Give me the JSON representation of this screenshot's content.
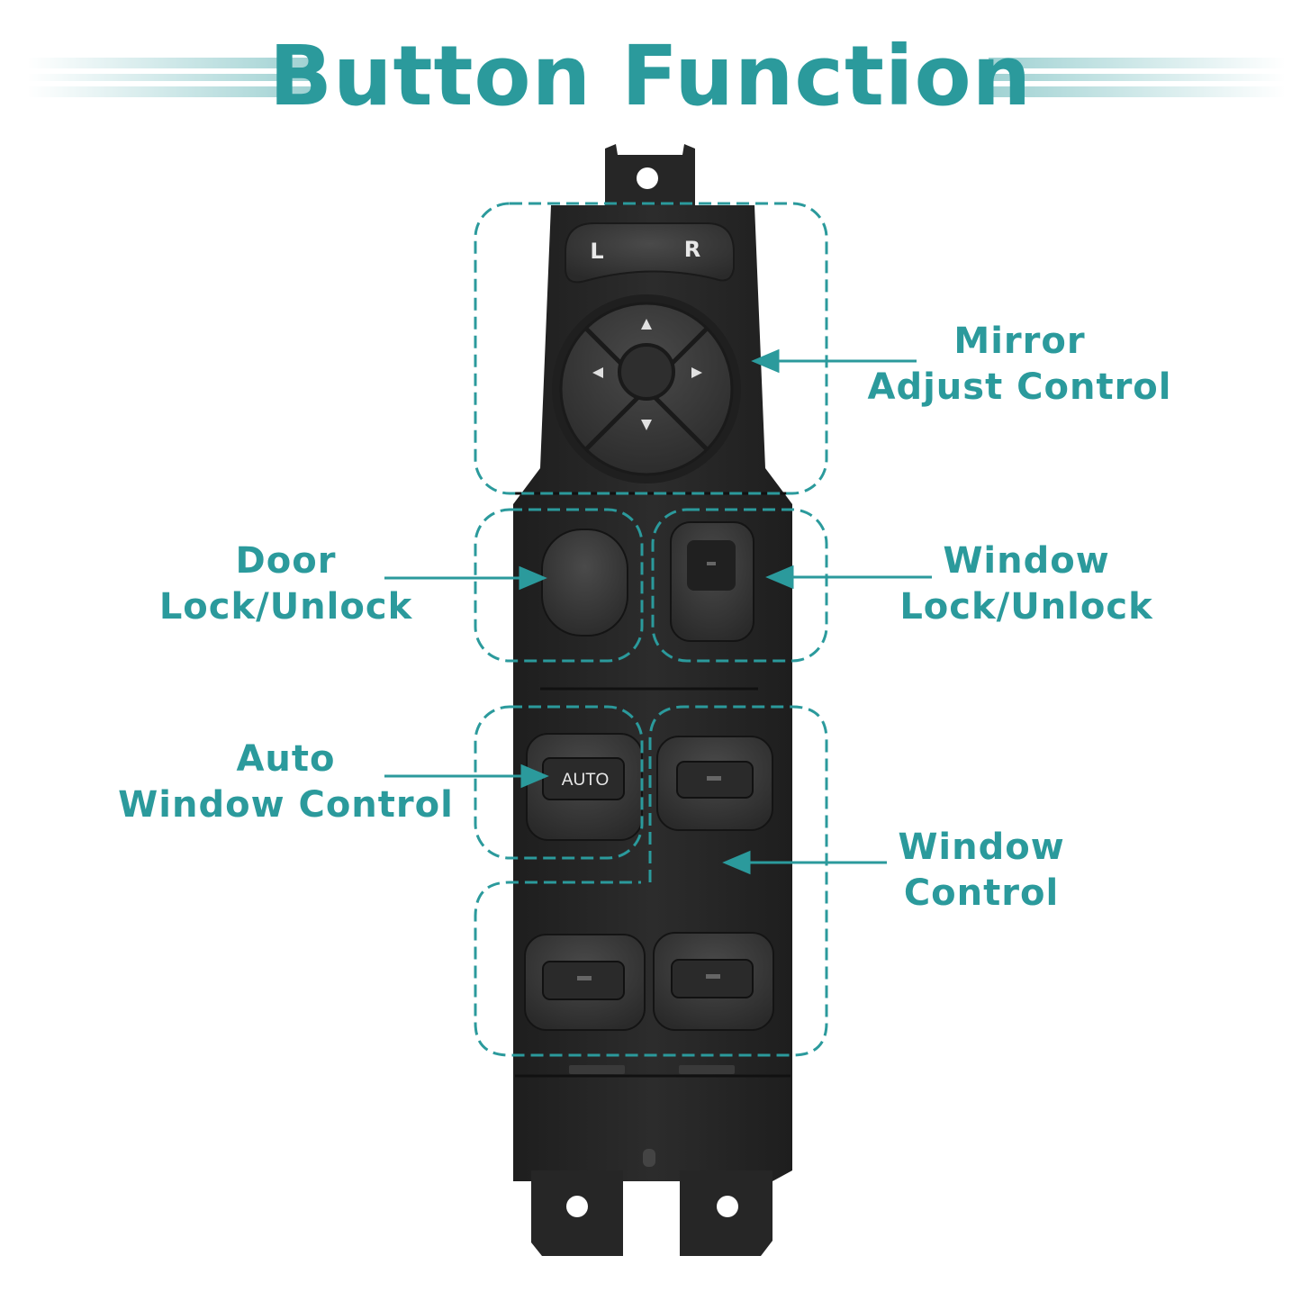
{
  "title": "Button Function",
  "device": {
    "mirror_left_key": "L",
    "mirror_right_key": "R",
    "auto_key": "AUTO"
  },
  "labels": {
    "mirror": {
      "line1": "Mirror",
      "line2": "Adjust Control"
    },
    "door_lock": {
      "line1": "Door",
      "line2": "Lock/Unlock"
    },
    "window_lock": {
      "line1": "Window",
      "line2": "Lock/Unlock"
    },
    "auto_window": {
      "line1": "Auto",
      "line2": "Window Control"
    },
    "window_control": {
      "line1": "Window",
      "line2": "Control"
    }
  },
  "colors": {
    "accent": "#2b9a9c",
    "switch_body": "#262626",
    "button": "#333333"
  }
}
